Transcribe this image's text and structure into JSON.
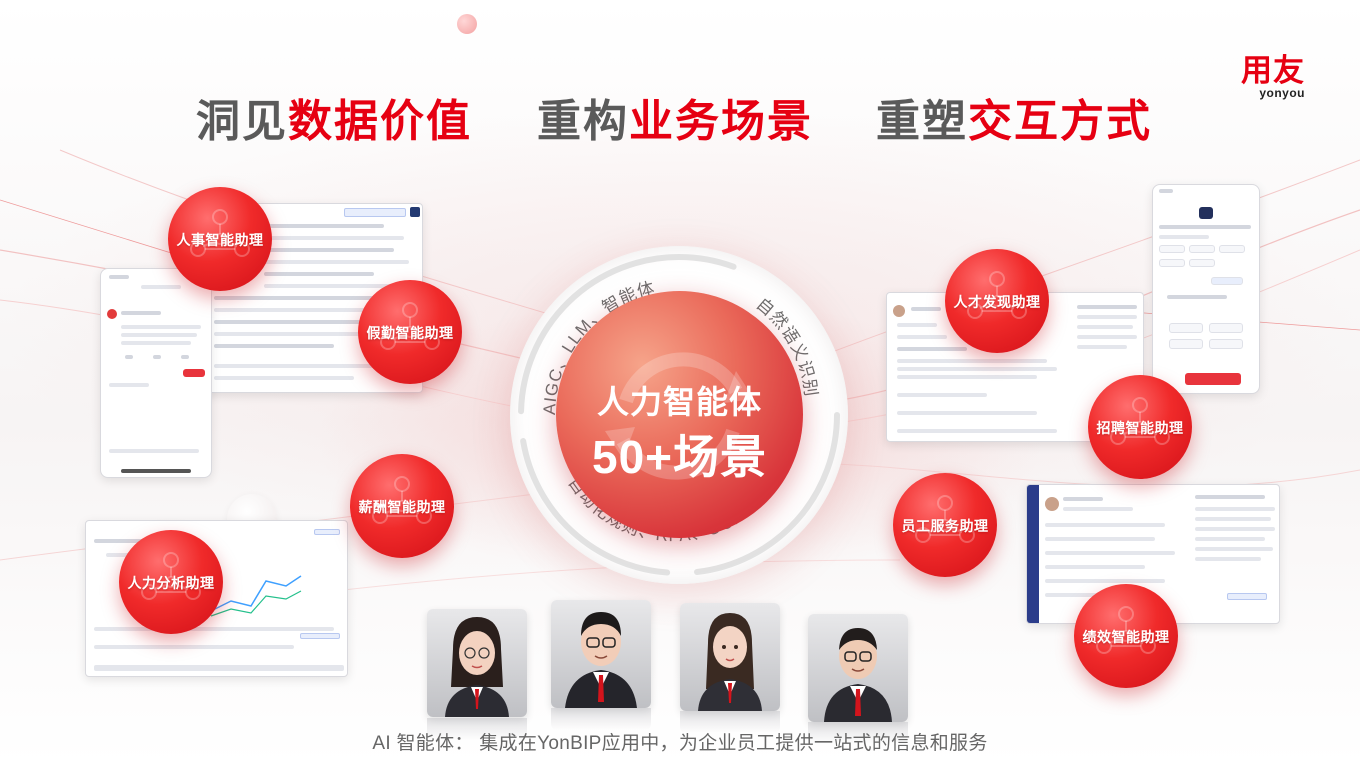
{
  "brand": {
    "name": "用友",
    "sub": "yonyou"
  },
  "headlines": [
    {
      "gray": "洞见",
      "red": "数据价值"
    },
    {
      "gray": "重构",
      "red": "业务场景"
    },
    {
      "gray": "重塑",
      "red": "交互方式"
    }
  ],
  "center": {
    "title": "人力智能体",
    "subtitle": "50+场景",
    "ring_top": "AIGC、LLM、智能体",
    "ring_right": "自然语义识别",
    "ring_bottom": "自动化规则、RPA、OCR"
  },
  "assistants": [
    "人事智能助理",
    "假勤智能助理",
    "薪酬智能助理",
    "人力分析助理",
    "人才发现助理",
    "招聘智能助理",
    "员工服务助理",
    "绩效智能助理"
  ],
  "caption": "AI 智能体： 集成在YonBIP应用中，为企业员工提供一站式的信息和服务",
  "colors": {
    "brand_red": "#e60012",
    "headline_gray": "#5a5a5a"
  }
}
